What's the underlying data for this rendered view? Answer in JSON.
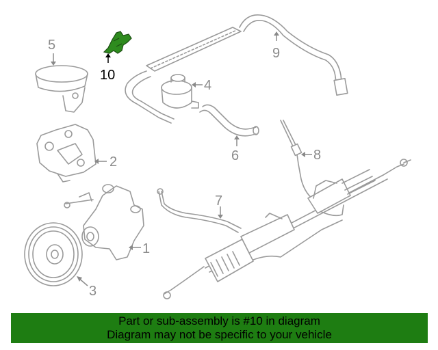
{
  "callouts": [
    {
      "id": "1",
      "label": "1"
    },
    {
      "id": "2",
      "label": "2"
    },
    {
      "id": "3",
      "label": "3"
    },
    {
      "id": "4",
      "label": "4"
    },
    {
      "id": "5",
      "label": "5"
    },
    {
      "id": "6",
      "label": "6"
    },
    {
      "id": "7",
      "label": "7"
    },
    {
      "id": "8",
      "label": "8"
    },
    {
      "id": "9",
      "label": "9"
    },
    {
      "id": "10",
      "label": "10"
    }
  ],
  "highlighted_part": "10",
  "highlight_color": "#2e8b1e",
  "banner": {
    "line1": "Part or sub-assembly is #10 in diagram",
    "line2": "Diagram may not be specific to your vehicle",
    "background": "#1e7d12"
  }
}
